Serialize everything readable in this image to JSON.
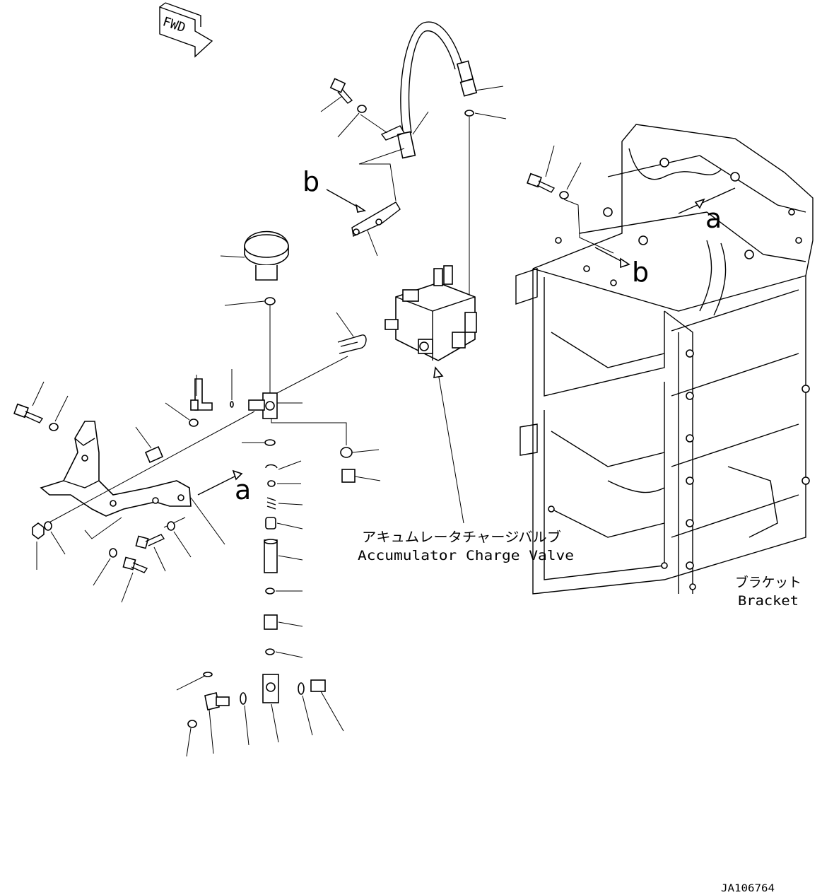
{
  "fwd_label": "FWD",
  "callouts": {
    "a_upper": "a",
    "b_upper": "b",
    "a_right": "a",
    "b_right": "b"
  },
  "valve_label": {
    "jp": "アキュムレータチャージバルブ",
    "en": "Accumulator Charge Valve"
  },
  "bracket_label": {
    "jp": "ブラケット",
    "en": "Bracket"
  },
  "drawing_id": "JA106764"
}
